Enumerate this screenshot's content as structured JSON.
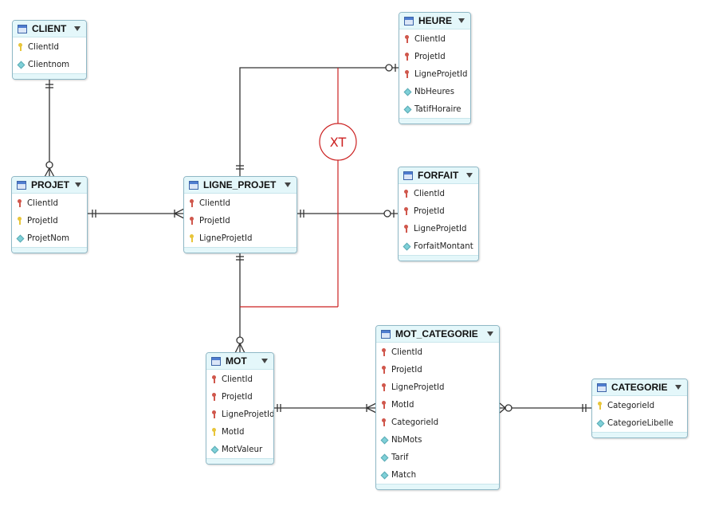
{
  "diagram": {
    "tables": {
      "client": {
        "name": "CLIENT",
        "columns": [
          {
            "name": "ClientId",
            "kind": "pk"
          },
          {
            "name": "Clientnom",
            "kind": "attr"
          }
        ]
      },
      "projet": {
        "name": "PROJET",
        "columns": [
          {
            "name": "ClientId",
            "kind": "fk"
          },
          {
            "name": "ProjetId",
            "kind": "pk"
          },
          {
            "name": "ProjetNom",
            "kind": "attr"
          }
        ]
      },
      "ligne_projet": {
        "name": "LIGNE_PROJET",
        "columns": [
          {
            "name": "ClientId",
            "kind": "fk"
          },
          {
            "name": "ProjetId",
            "kind": "fk"
          },
          {
            "name": "LigneProjetId",
            "kind": "pk"
          }
        ]
      },
      "heure": {
        "name": "HEURE",
        "columns": [
          {
            "name": "ClientId",
            "kind": "fk"
          },
          {
            "name": "ProjetId",
            "kind": "fk"
          },
          {
            "name": "LigneProjetId",
            "kind": "fk"
          },
          {
            "name": "NbHeures",
            "kind": "attr"
          },
          {
            "name": "TatifHoraire",
            "kind": "attr"
          }
        ]
      },
      "forfait": {
        "name": "FORFAIT",
        "columns": [
          {
            "name": "ClientId",
            "kind": "fk"
          },
          {
            "name": "ProjetId",
            "kind": "fk"
          },
          {
            "name": "LigneProjetId",
            "kind": "fk"
          },
          {
            "name": "ForfaitMontant",
            "kind": "attr"
          }
        ]
      },
      "mot": {
        "name": "MOT",
        "columns": [
          {
            "name": "ClientId",
            "kind": "fk"
          },
          {
            "name": "ProjetId",
            "kind": "fk"
          },
          {
            "name": "LigneProjetId",
            "kind": "fk"
          },
          {
            "name": "MotId",
            "kind": "pk"
          },
          {
            "name": "MotValeur",
            "kind": "attr"
          }
        ]
      },
      "mot_categorie": {
        "name": "MOT_CATEGORIE",
        "columns": [
          {
            "name": "ClientId",
            "kind": "fk"
          },
          {
            "name": "ProjetId",
            "kind": "fk"
          },
          {
            "name": "LigneProjetId",
            "kind": "fk"
          },
          {
            "name": "MotId",
            "kind": "fk"
          },
          {
            "name": "CategorieId",
            "kind": "fk"
          },
          {
            "name": "NbMots",
            "kind": "attr"
          },
          {
            "name": "Tarif",
            "kind": "attr"
          },
          {
            "name": "Match",
            "kind": "attr"
          }
        ]
      },
      "categorie": {
        "name": "CATEGORIE",
        "columns": [
          {
            "name": "CategorieId",
            "kind": "pk"
          },
          {
            "name": "CategorieLibelle",
            "kind": "attr"
          }
        ]
      }
    },
    "relationships": [
      {
        "from": "CLIENT",
        "to": "PROJET",
        "from_card": "one",
        "to_card": "zero-or-many"
      },
      {
        "from": "PROJET",
        "to": "LIGNE_PROJET",
        "from_card": "one",
        "to_card": "one-or-many"
      },
      {
        "from": "LIGNE_PROJET",
        "to": "HEURE",
        "from_card": "one",
        "to_card": "zero-or-one"
      },
      {
        "from": "LIGNE_PROJET",
        "to": "FORFAIT",
        "from_card": "one",
        "to_card": "zero-or-one"
      },
      {
        "from": "LIGNE_PROJET",
        "to": "MOT",
        "from_card": "one",
        "to_card": "zero-or-many"
      },
      {
        "from": "MOT",
        "to": "MOT_CATEGORIE",
        "from_card": "one",
        "to_card": "one-or-many"
      },
      {
        "from": "CATEGORIE",
        "to": "MOT_CATEGORIE",
        "from_card": "one",
        "to_card": "zero-or-many"
      }
    ],
    "constraint": {
      "label": "XT",
      "color": "#cc2222",
      "between": [
        "HEURE",
        "FORFAIT",
        "MOT"
      ]
    },
    "colors": {
      "header": "#e4f7fa",
      "border": "#8fb8c6",
      "line": "#333333",
      "pk": "#e8c53a",
      "fk": "#d0574c",
      "attr": "#7fd0d8"
    }
  }
}
